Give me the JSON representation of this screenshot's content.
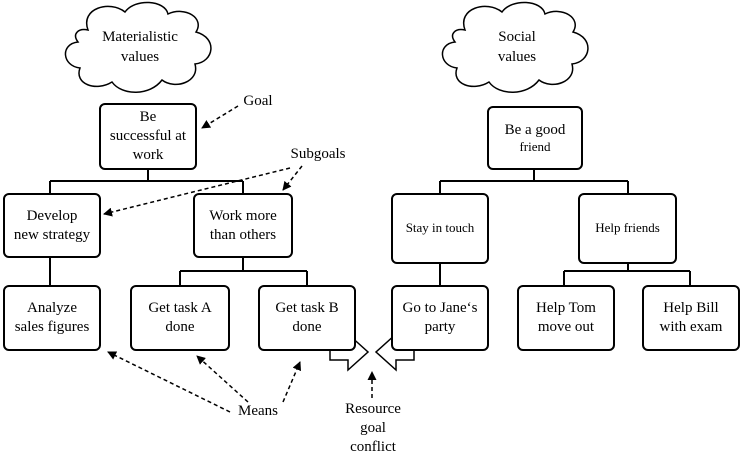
{
  "clouds": {
    "materialistic": "Materialistic\nvalues",
    "social": "Social\nvalues"
  },
  "nodes": {
    "be_successful": "Be\nsuccessful at\nwork",
    "develop_strategy": "Develop\nnew strategy",
    "work_more": "Work more\nthan others",
    "analyze_sales": "Analyze\nsales figures",
    "get_task_a": "Get task A\ndone",
    "get_task_b": "Get task B\ndone",
    "be_good_friend_1": "Be a good",
    "be_good_friend_2": "friend",
    "stay_in_touch": "Stay in touch",
    "help_friends": "Help friends",
    "go_to_party": "Go to Jane‘s\nparty",
    "help_tom": "Help Tom\nmove out",
    "help_bill": "Help Bill\nwith exam"
  },
  "annotations": {
    "goal": "Goal",
    "subgoals": "Subgoals",
    "means": "Means",
    "resource_conflict": "Resource\ngoal\nconflict"
  }
}
